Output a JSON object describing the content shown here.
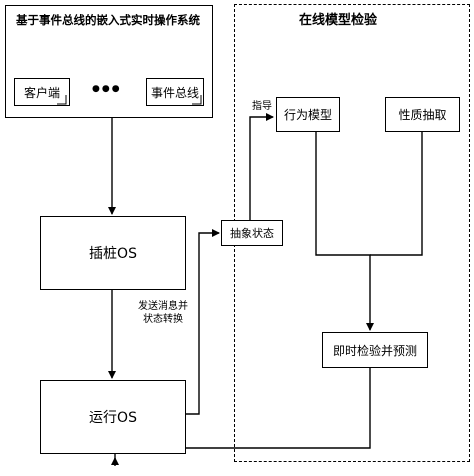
{
  "os_system": {
    "title": "基于事件总线的嵌入式实时操作系统",
    "client_label": "客户端",
    "ellipsis": "●●●",
    "eventbus_label": "事件总线"
  },
  "online_check": {
    "title": "在线模型检验",
    "behavior_model": "行为模型",
    "property_extract": "性质抽取",
    "instant_check": "即时检验并预测",
    "guide_label": "指导"
  },
  "stub_os": "插桩OS",
  "run_os": "运行OS",
  "abstract_state": "抽象状态",
  "send_msg_label_line1": "发送消息并",
  "send_msg_label_line2": "状态转换"
}
